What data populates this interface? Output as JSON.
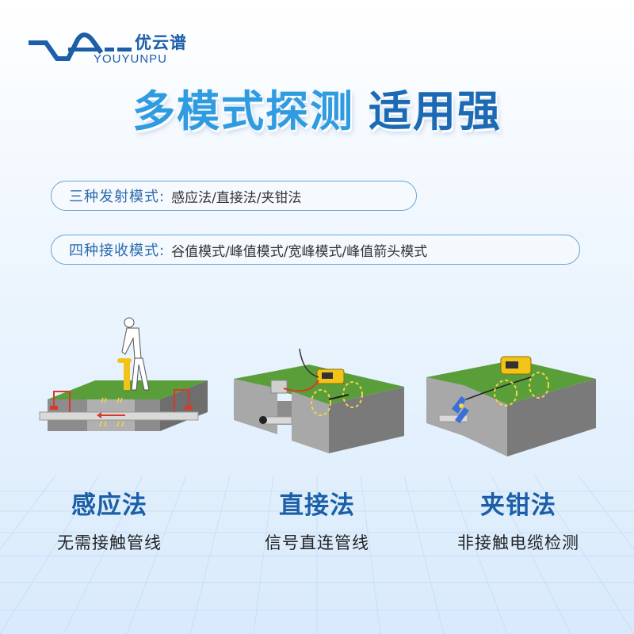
{
  "brand": {
    "name_cn": "优云谱",
    "name_en": "YOUYUNPU",
    "color": "#1d5ea8"
  },
  "headline": {
    "left": "多模式探测",
    "right": "适用强",
    "colors": {
      "left": "#2f9be0",
      "right": "#1c6ab4"
    }
  },
  "features": [
    {
      "key": "三种发射模式:",
      "value": "感应法/直接法/夹钳法"
    },
    {
      "key": "四种接收模式:",
      "value": "谷值模式/峰值模式/宽峰模式/峰值箭头模式"
    }
  ],
  "methods": [
    {
      "title": "感应法",
      "desc": "无需接触管线",
      "illustration": "induction-method-illustration"
    },
    {
      "title": "直接法",
      "desc": "信号直连管线",
      "illustration": "direct-connection-illustration"
    },
    {
      "title": "夹钳法",
      "desc": "非接触电缆检测",
      "illustration": "clamp-method-illustration"
    }
  ],
  "colors": {
    "title_blue": "#1a5fa8",
    "grass": "#5a9e3a",
    "soil": "#8c8c8c",
    "device_yellow": "#f2c318",
    "signal_red": "#d63a2a",
    "clamp_blue": "#3b6fd8"
  }
}
